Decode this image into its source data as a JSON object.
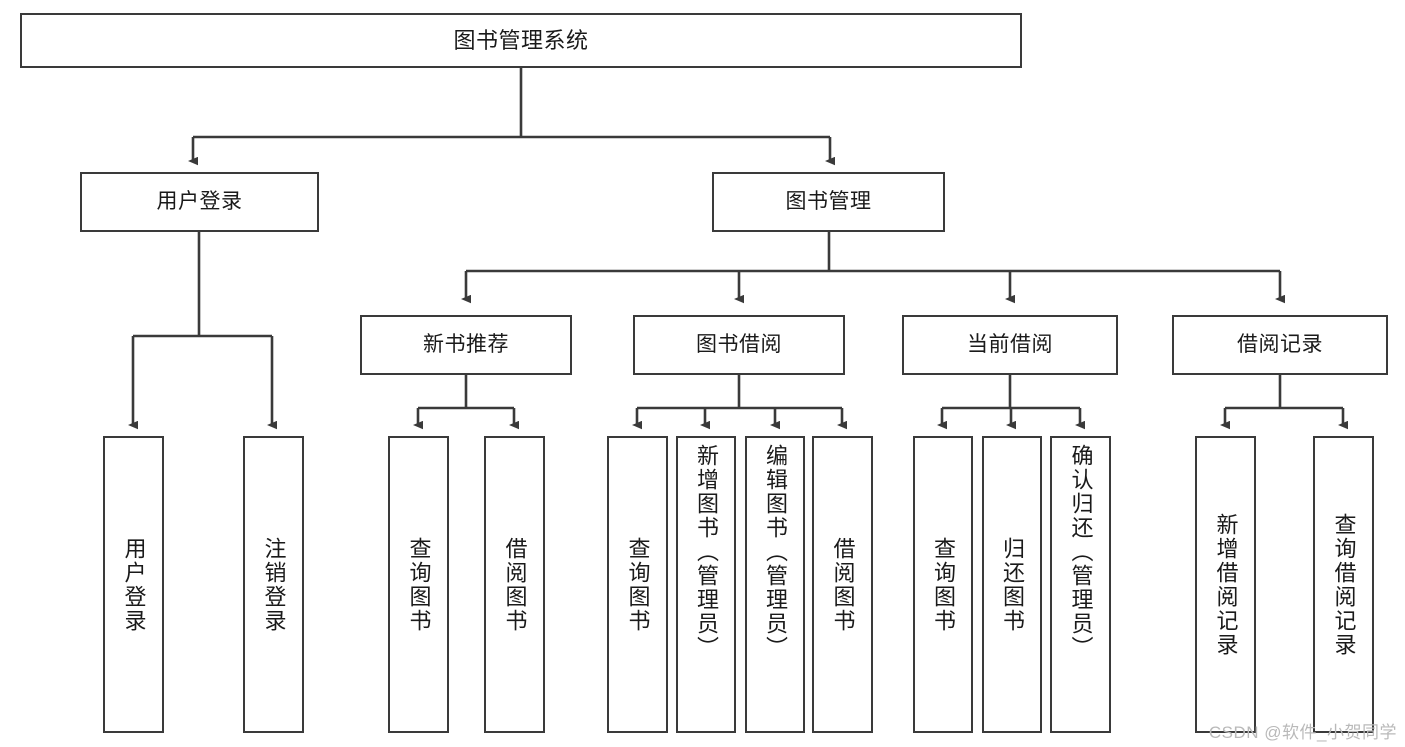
{
  "diagram": {
    "type": "tree",
    "title": "图书管理系统",
    "stroke_color": "#3a3a3a",
    "background_color": "#ffffff",
    "text_color": "#1a1a1a",
    "nodes": {
      "root": {
        "label": "图书管理系统"
      },
      "level1": [
        {
          "id": "user-login",
          "label": "用户登录"
        },
        {
          "id": "book-management",
          "label": "图书管理"
        }
      ],
      "level2": [
        {
          "id": "new-book-recommend",
          "label": "新书推荐"
        },
        {
          "id": "book-borrow",
          "label": "图书借阅"
        },
        {
          "id": "current-borrow",
          "label": "当前借阅"
        },
        {
          "id": "borrow-record",
          "label": "借阅记录"
        }
      ],
      "leaves": {
        "user_login": [
          {
            "id": "leaf-user-login",
            "label": "用户登录"
          },
          {
            "id": "leaf-logout-login",
            "label": "注销登录"
          }
        ],
        "new_book_recommend": [
          {
            "id": "leaf-query-book-1",
            "label": "查询图书"
          },
          {
            "id": "leaf-borrow-book-1",
            "label": "借阅图书"
          }
        ],
        "book_borrow": [
          {
            "id": "leaf-query-book-2",
            "label": "查询图书"
          },
          {
            "id": "leaf-add-book",
            "label": "新增图书（管理员）"
          },
          {
            "id": "leaf-edit-book",
            "label": "编辑图书（管理员）"
          },
          {
            "id": "leaf-borrow-book-2",
            "label": "借阅图书"
          }
        ],
        "current_borrow": [
          {
            "id": "leaf-query-book-3",
            "label": "查询图书"
          },
          {
            "id": "leaf-return-book",
            "label": "归还图书"
          },
          {
            "id": "leaf-confirm-return",
            "label": "确认归还（管理员）"
          }
        ],
        "borrow_record": [
          {
            "id": "leaf-add-record",
            "label": "新增借阅记录"
          },
          {
            "id": "leaf-query-record",
            "label": "查询借阅记录"
          }
        ]
      }
    }
  },
  "watermark": {
    "text": "CSDN @软件_小贺同学"
  }
}
